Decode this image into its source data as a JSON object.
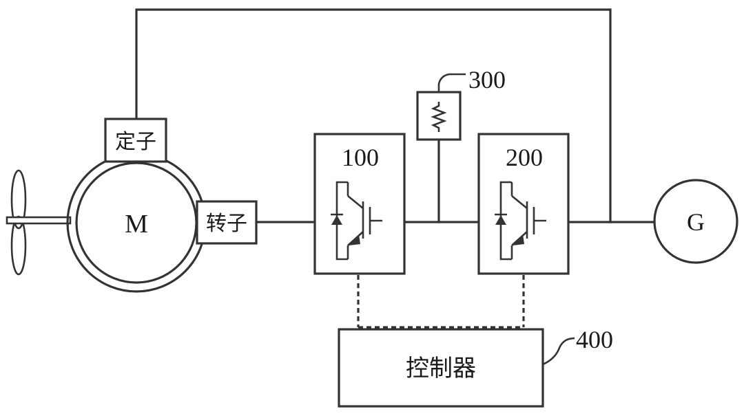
{
  "motor": {
    "label": "M"
  },
  "stator": {
    "label": "定子"
  },
  "rotor": {
    "label": "转子"
  },
  "converter_1": {
    "label": "100"
  },
  "converter_2": {
    "label": "200"
  },
  "resistor": {
    "label": "300"
  },
  "controller": {
    "label": "控制器",
    "ref": "400"
  },
  "grid": {
    "label": "G"
  },
  "icons": [
    "fan-blade-icon",
    "resistor-icon",
    "igbt-icon",
    "diode-icon"
  ],
  "colors": {
    "line": "#333333",
    "background": "#ffffff"
  }
}
